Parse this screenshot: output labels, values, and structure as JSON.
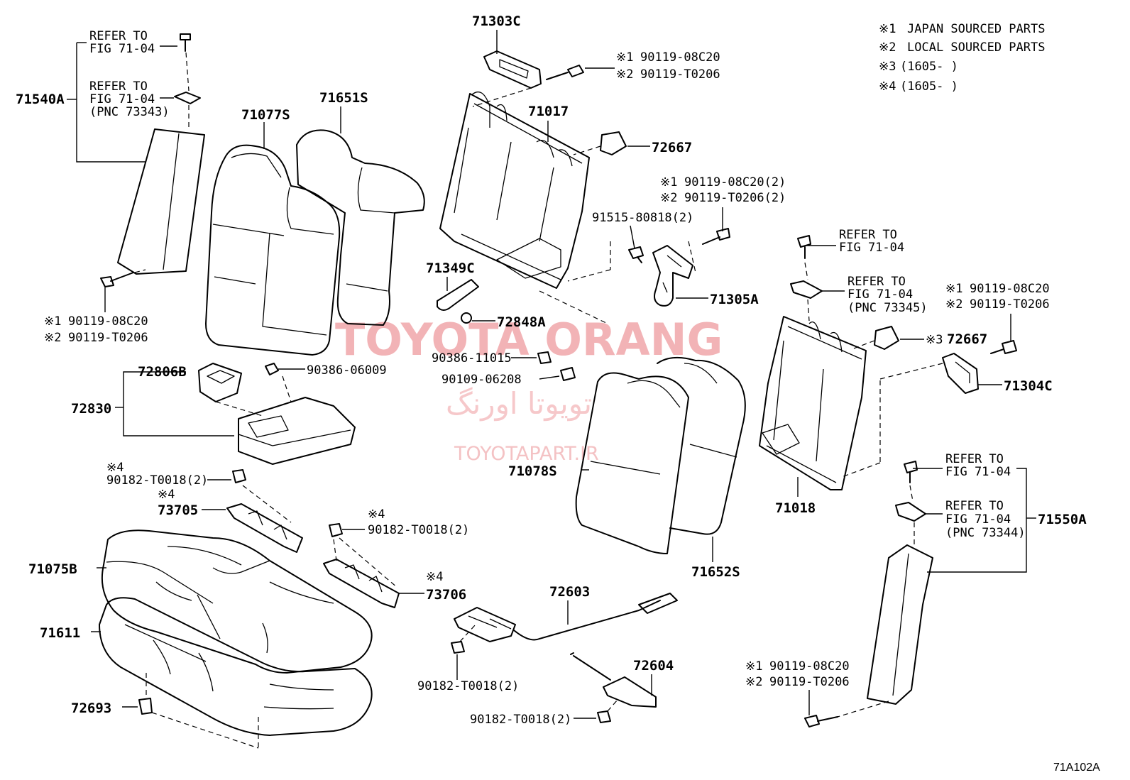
{
  "legend": [
    {
      "mark": "※1",
      "text": "JAPAN  SOURCED  PARTS"
    },
    {
      "mark": "※2",
      "text": "LOCAL  SOURCED  PARTS"
    },
    {
      "mark": "※3",
      "text": "(1605-      )"
    },
    {
      "mark": "※4",
      "text": "(1605-      )"
    }
  ],
  "watermark": {
    "brand": "TOYOTA ORANG",
    "brand_fa": "تویوتا اورنگ",
    "site": "TOYOTAPART.IR"
  },
  "figure_id": "71A102A",
  "labels": {
    "p71303C": "71303C",
    "p71017": "71017",
    "p72667a": "72667",
    "p71540A": "71540A",
    "p71077S": "71077S",
    "p71651S": "71651S",
    "p71349C": "71349C",
    "p72848A": "72848A",
    "p71305A": "71305A",
    "p91515": "91515-80818(2)",
    "p90386_11015": "90386-11015",
    "p90109": "90109-06208",
    "p72806B": "72806B",
    "p72830": "72830",
    "p90386_06009": "90386-06009",
    "p71078S": "71078S",
    "p71652S": "71652S",
    "p71018": "71018",
    "p72667b": "72667",
    "p71304C": "71304C",
    "p71550A": "71550A",
    "p73705": "73705",
    "p73706": "73706",
    "p71075B": "71075B",
    "p71611": "71611",
    "p72693": "72693",
    "p72603": "72603",
    "p72604": "72604",
    "c90182_1": "90182-T0018(2)",
    "c90182_2": "90182-T0018(2)",
    "c90182_3": "90182-T0018(2)",
    "c90182_4": "90182-T0018(2)"
  },
  "marks": {
    "m1": "※1",
    "m2": "※2",
    "m3": "※3",
    "m4": "※4"
  },
  "bolts": {
    "j1": "90119-08C20",
    "l1": "90119-T0206",
    "j2": "90119-08C20(2)",
    "l2": "90119-T0206(2)"
  },
  "refer": {
    "refer_to": "REFER TO",
    "fig": "FIG 71-04",
    "pnc73343": "(PNC 73343)",
    "pnc73345": "(PNC 73345)",
    "pnc73344": "(PNC 73344)"
  }
}
